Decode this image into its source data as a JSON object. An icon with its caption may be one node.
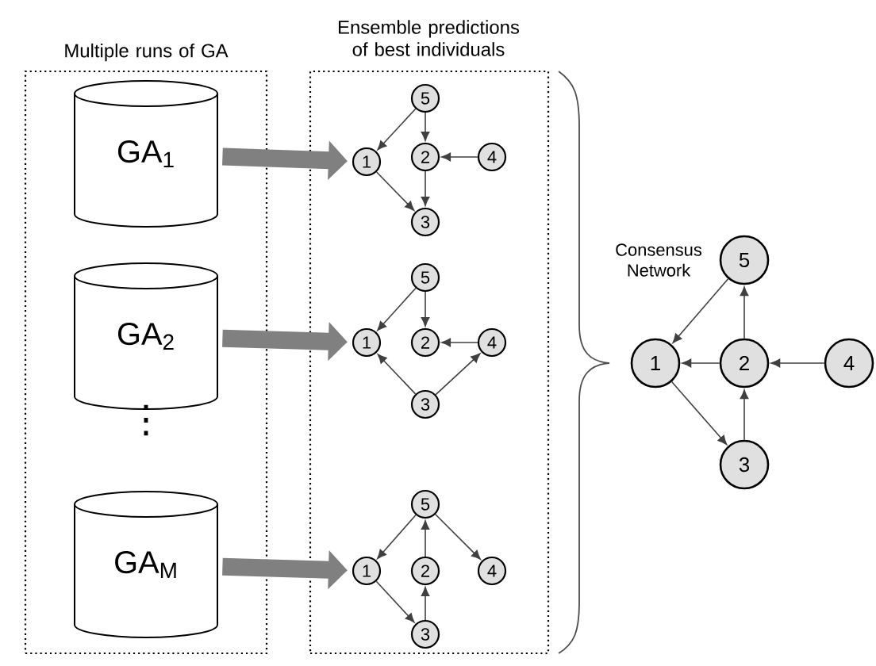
{
  "diagram": {
    "nodes": [
      {
        "text": [
          "Multiple runs of GA"
        ]
      },
      {
        "text": [
          "GA$_{1}$"
        ],
        "in": 0
      },
      {
        "text": [
          "GA$_{2}$"
        ],
        "in": 0
      },
      {
        "text": [
          "GA$_{M}$"
        ],
        "in": 0
      },
      {
        "text": [
          "Ensemble predictions of best individuals"
        ]
      },
      {
        "text": [
          "1"
        ],
        "in": 4
      },
      {
        "text": [
          "2"
        ],
        "in": 4
      },
      {
        "text": [
          "3"
        ],
        "in": 4
      },
      {
        "text": [
          "4"
        ],
        "in": 4
      },
      {
        "text": [
          "5"
        ],
        "in": 4
      },
      {
        "text": [
          "1"
        ],
        "in": 4
      },
      {
        "text": [
          "2"
        ],
        "in": 4
      },
      {
        "text": [
          "3"
        ],
        "in": 4
      },
      {
        "text": [
          "4"
        ],
        "in": 4
      },
      {
        "text": [
          "5"
        ],
        "in": 4
      },
      {
        "text": [
          "1"
        ],
        "in": 4
      },
      {
        "text": [
          "2"
        ],
        "in": 4
      },
      {
        "text": [
          "3"
        ],
        "in": 4
      },
      {
        "text": [
          "4"
        ],
        "in": 4
      },
      {
        "text": [
          "5"
        ],
        "in": 4
      },
      {
        "text": [
          "1"
        ]
      },
      {
        "text": [
          "2"
        ]
      },
      {
        "text": [
          "3"
        ]
      },
      {
        "text": [
          "4"
        ]
      },
      {
        "text": [
          "5"
        ]
      }
    ],
    "edges": [
      {
        "from": 1,
        "to": 5,
        "arrow": "to",
        "style": "thick",
        "color": "#808080"
      },
      {
        "from": 2,
        "to": 10,
        "arrow": "to",
        "style": "thick",
        "color": "#808080"
      },
      {
        "from": 3,
        "to": 15,
        "arrow": "to",
        "style": "thick",
        "color": "#808080"
      },
      {
        "from": 9,
        "to": 5,
        "arrow": "to"
      },
      {
        "from": 9,
        "to": 6,
        "arrow": "to"
      },
      {
        "from": 8,
        "to": 6,
        "arrow": "to"
      },
      {
        "from": 6,
        "to": 7,
        "arrow": "to"
      },
      {
        "from": 5,
        "to": 7,
        "arrow": "to"
      },
      {
        "from": 14,
        "to": 10,
        "arrow": "to"
      },
      {
        "from": 14,
        "to": 11,
        "arrow": "to"
      },
      {
        "from": 13,
        "to": 11,
        "arrow": "to"
      },
      {
        "from": 12,
        "to": 10,
        "arrow": "to"
      },
      {
        "from": 12,
        "to": 13,
        "arrow": "to"
      },
      {
        "from": 19,
        "to": 15,
        "arrow": "to"
      },
      {
        "from": 16,
        "to": 19,
        "arrow": "to"
      },
      {
        "from": 19,
        "to": 18,
        "arrow": "to"
      },
      {
        "from": 17,
        "to": 16,
        "arrow": "to"
      },
      {
        "from": 15,
        "to": 17,
        "arrow": "to"
      },
      {
        "from": 24,
        "to": 20,
        "arrow": "to"
      },
      {
        "from": 21,
        "to": 24,
        "arrow": "to"
      },
      {
        "from": 21,
        "to": 20,
        "arrow": "to"
      },
      {
        "from": 23,
        "to": 21,
        "arrow": "to"
      },
      {
        "from": 22,
        "to": 21,
        "arrow": "to"
      },
      {
        "from": 20,
        "to": 22,
        "arrow": "to"
      }
    ],
    "labels": [
      "⋮",
      "Consensus Network"
    ]
  }
}
